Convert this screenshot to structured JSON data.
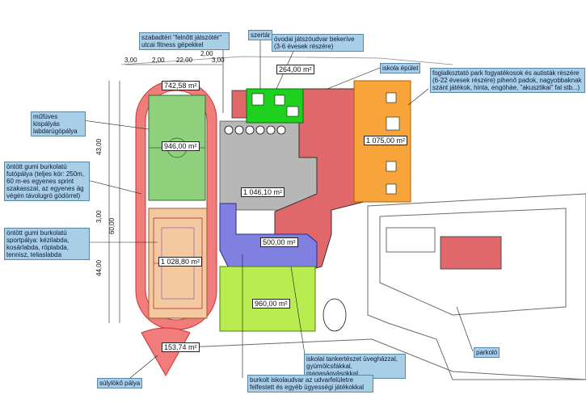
{
  "labels": {
    "outdoor_fitness": "szabadtéri \"felnőtt játszótér\" utcai fitness gépekkel",
    "shelter": "szertár",
    "kindergarten_playground": "óvodai játszóudvar bekeríve (3-6 évesek részére)",
    "school_building": "iskola épület",
    "park": "foglalkoztató park fogyatékosok és autisták részére (6-22 évesek részére) pihenő padok, nagyobbaknak szánt játékok, hinta, engóháe, \"akusztikai\" fal stb...)",
    "artificial_football": "műfüves kispályás labdarúgópálya",
    "running_track": "öntött gumi burkolatú futópálya (teljes kör: 250m, 60 m-es egyenes sprint szakasszal, az egyenes ág végén távolugró gödörrel)",
    "sport_court": "öntött gumi burkolatú sportpálya: kézilabda, kosárlabda, röplabda, tennisz, teliaslabda",
    "school_garden": "iskolai tankertészet üvegházzal, gyümölcsfákkal, magaságyásokkal",
    "parking": "parkoló",
    "paved_yard": "burkolt iskolaudvar az udvarfelületre felfestett és egyéb ügyességi játékokkal",
    "shot_put": "súlylökő pálya"
  },
  "areas": {
    "track_area": "742,58 m²",
    "football_area": "946,00 m²",
    "kinder_area": "264,00 m²",
    "grey_area": "1 046,10 m²",
    "park_area": "1 075,00 m²",
    "court_area": "1 028,80 m²",
    "yard_area": "500,00 m²",
    "garden_area": "960,00 m²",
    "shot_area": "153,74 m²"
  },
  "dimensions": {
    "d1": "3,00",
    "d2": "2,00",
    "d3": "22,00",
    "d4": "2,00",
    "d5": "3,00",
    "v1": "43,00",
    "v2": "3,00",
    "v3": "60,00",
    "v4": "44,00"
  },
  "colors": {
    "track": "#f07c7c",
    "football": "#8ed07c",
    "kinder": "#1fd11f",
    "grey": "#b7b7b7",
    "park": "#f7a43a",
    "court": "#f5c9a0",
    "paved": "#8080e0",
    "garden": "#b9ec4e",
    "building": "#e0676a"
  }
}
